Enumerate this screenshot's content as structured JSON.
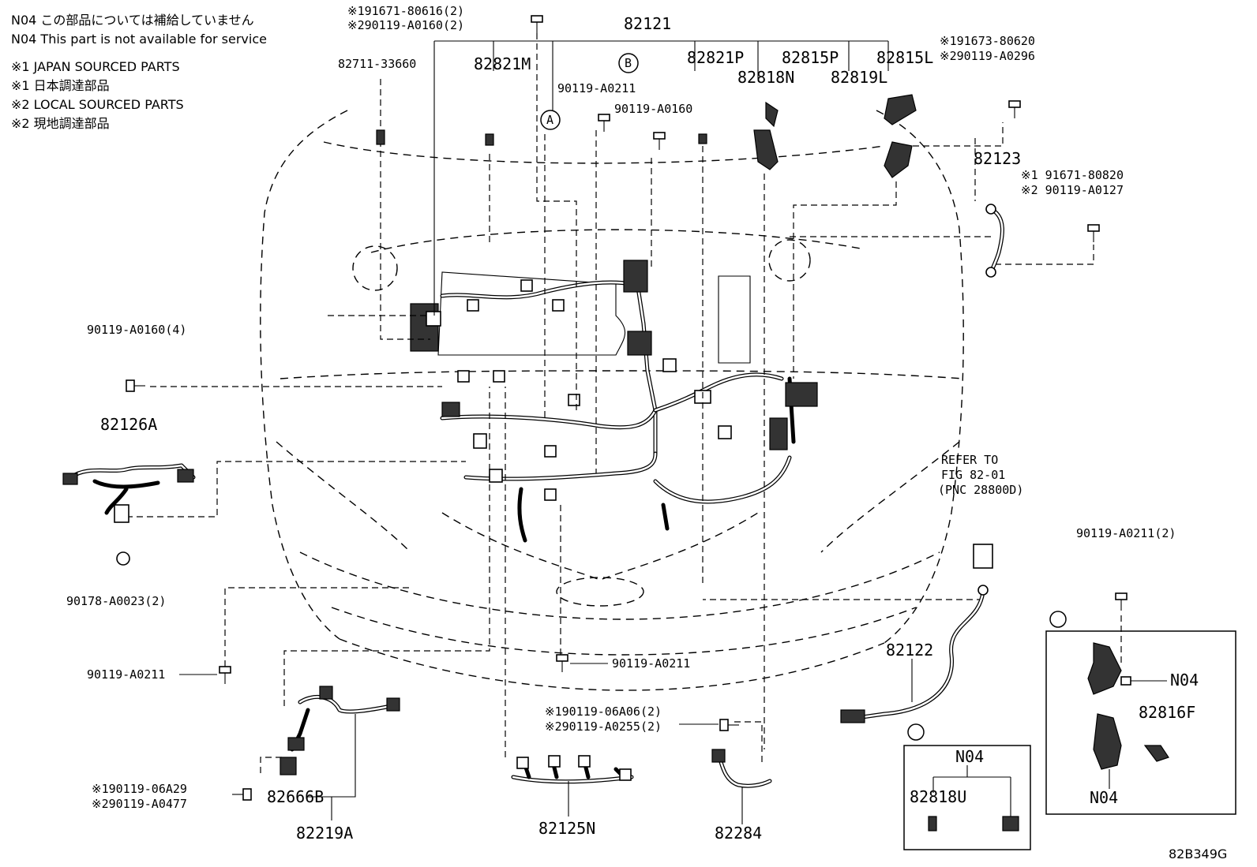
{
  "notes": {
    "n04_jp": "N04 この部品については補給していません",
    "n04_en": "N04 This part is not available for service",
    "jp_src_en": "※1 JAPAN SOURCED PARTS",
    "jp_src_jp": "※1 日本調達部品",
    "local_src_en": "※2 LOCAL SOURCED PARTS",
    "local_src_jp": "※2 現地調達部品"
  },
  "labels": {
    "p191671_80616": "※191671-80616(2)",
    "p290119_a0160": "※290119-A0160(2)",
    "p82121": "82121",
    "p82711": "82711-33660",
    "p82821m": "82821M",
    "circle_b": "B",
    "circle_a": "A",
    "p90119_a0211_top": "90119-A0211",
    "p90119_a0160_top": "90119-A0160",
    "p82821p": "82821P",
    "p82815p": "82815P",
    "p82815l": "82815L",
    "p82818n": "82818N",
    "p82819l": "82819L",
    "p191673_80620": "※191673-80620",
    "p290119_a0296": "※290119-A0296",
    "p82123": "82123",
    "p91671_80820": "※1 91671-80820",
    "p90119_a0127": "※2 90119-A0127",
    "p90119_a0160_4": "90119-A0160(4)",
    "p82126a": "82126A",
    "p90178_a0023": "90178-A0023(2)",
    "refer1": "REFER TO",
    "refer2": "FIG 82-01",
    "refer3": "(PNC 28800D)",
    "p90119_a0211_2": "90119-A0211(2)",
    "p90119_a0211_left": "90119-A0211",
    "p90119_a0211_center": "90119-A0211",
    "p82122": "82122",
    "n04_a1": "N04",
    "p82816f": "82816F",
    "n04_a2": "N04",
    "p190119_06a06": "※190119-06A06(2)",
    "p290119_a0255": "※290119-A0255(2)",
    "n04_b": "N04",
    "p82818u": "82818U",
    "p190119_06a29": "※190119-06A29",
    "p290119_a0477": "※290119-A0477",
    "p82666b": "82666B",
    "p82219a": "82219A",
    "p82125n": "82125N",
    "p82284": "82284",
    "fig_code": "82B349G"
  }
}
